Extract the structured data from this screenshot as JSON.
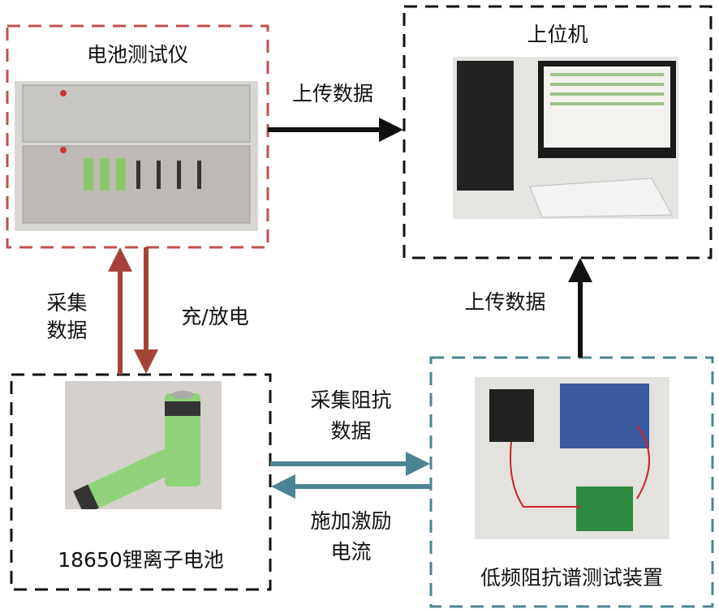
{
  "nodes": {
    "tester": {
      "title": "电池测试仪"
    },
    "host": {
      "title": "上位机"
    },
    "battery": {
      "title": "18650锂离子电池"
    },
    "eis": {
      "title": "低频阻抗谱测试装置"
    }
  },
  "edges": {
    "tester_to_host": "上传数据",
    "eis_to_host": "上传数据",
    "collect_line1": "采集",
    "collect_line2": "数据",
    "charge": "充/放电",
    "impedance_line1": "采集阻抗",
    "impedance_line2": "数据",
    "excite_line1": "施加激励",
    "excite_line2": "电流"
  },
  "colors": {
    "red_box": "#c0504d",
    "red_arrow": "#a5433a",
    "teal": "#4e8393",
    "black": "#111111"
  }
}
